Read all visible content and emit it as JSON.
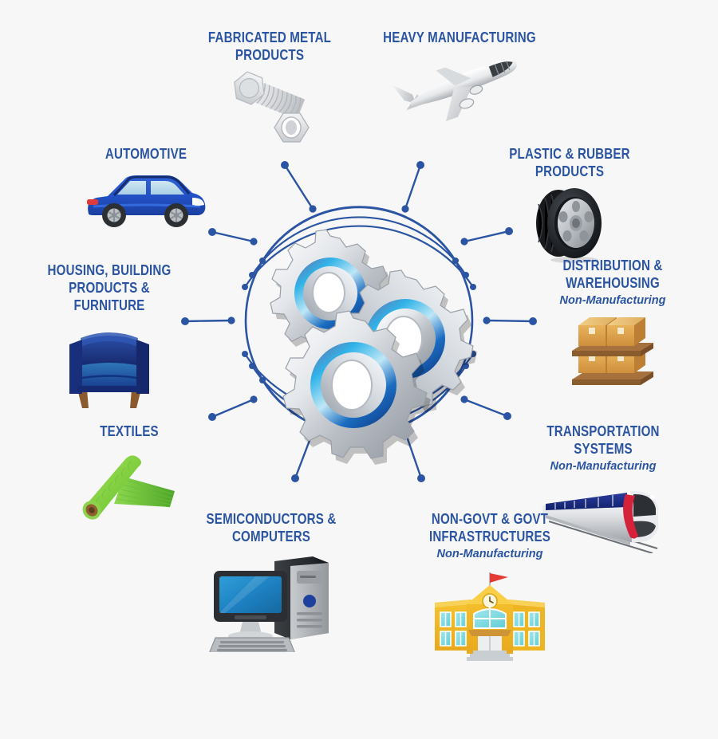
{
  "infographic": {
    "background_color": "#f7f7f7",
    "accent_color": "#2b55a3",
    "center": {
      "name": "manufacturing-gears",
      "gear_colors": [
        "#c9ccd1",
        "#eef1f4",
        "#1f63b5",
        "#2aa8e0",
        "#6b6fa8"
      ]
    },
    "nodes": [
      {
        "id": "fabricated-metal-products",
        "title": "FABRICATED METAL\nPRODUCTS",
        "subtitle": "",
        "icon": "bolt-and-nut-icon"
      },
      {
        "id": "heavy-manufacturing",
        "title": "HEAVY MANUFACTURING",
        "subtitle": "",
        "icon": "airplane-icon"
      },
      {
        "id": "automotive",
        "title": "AUTOMOTIVE",
        "subtitle": "",
        "icon": "car-icon"
      },
      {
        "id": "plastic-rubber-products",
        "title": "PLASTIC & RUBBER PRODUCTS",
        "subtitle": "",
        "icon": "tire-icon"
      },
      {
        "id": "housing-building-products-furniture",
        "title": "HOUSING, BUILDING\nPRODUCTS & FURNITURE",
        "subtitle": "",
        "icon": "armchair-icon"
      },
      {
        "id": "distribution-warehousing",
        "title": "DISTRIBUTION &\nWAREHOUSING",
        "subtitle": "Non-Manufacturing",
        "icon": "pallet-boxes-icon"
      },
      {
        "id": "textiles",
        "title": "TEXTILES",
        "subtitle": "",
        "icon": "fabric-roll-icon"
      },
      {
        "id": "transportation-systems",
        "title": "TRANSPORTATION SYSTEMS",
        "subtitle": "Non-Manufacturing",
        "icon": "train-icon"
      },
      {
        "id": "semiconductors-computers",
        "title": "SEMICONDUCTORS &\nCOMPUTERS",
        "subtitle": "",
        "icon": "desktop-computer-icon"
      },
      {
        "id": "non-govt-govt-infrastructures",
        "title": "NON-GOVT & GOVT\nINFRASTRUCTURES",
        "subtitle": "Non-Manufacturing",
        "icon": "government-building-icon"
      }
    ]
  }
}
